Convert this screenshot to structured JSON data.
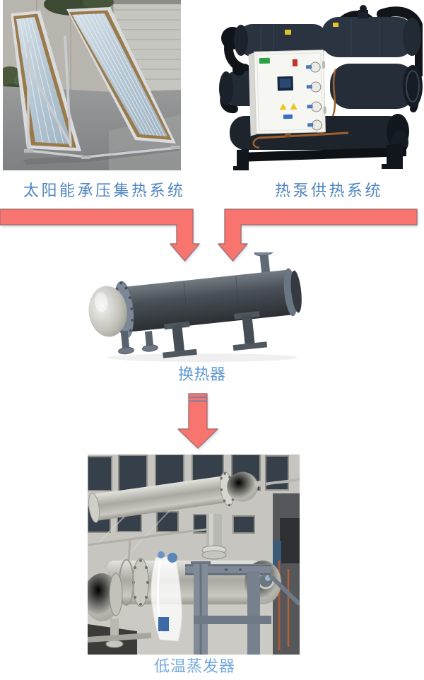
{
  "diagram": {
    "title_visible": false,
    "nodes": [
      {
        "id": "solar",
        "label": "太阳能承压集热系统",
        "image_alt": "flat-plate pressurized solar collectors outdoors photo"
      },
      {
        "id": "heatpump",
        "label": "热泵供热系统",
        "image_alt": "water-source heat pump screw unit photo"
      },
      {
        "id": "exchanger",
        "label": "换热器",
        "image_alt": "shell-and-tube heat exchanger photo"
      },
      {
        "id": "evaporator",
        "label": "低温蒸发器",
        "image_alt": "stainless low-temperature evaporator in plant photo"
      }
    ],
    "connections": [
      {
        "from": "solar",
        "to": "exchanger",
        "shape": "elbow-arrow-down"
      },
      {
        "from": "heatpump",
        "to": "exchanger",
        "shape": "elbow-arrow-down"
      },
      {
        "from": "exchanger",
        "to": "evaporator",
        "shape": "straight-arrow-down"
      }
    ]
  },
  "colors": {
    "arrow_fill": "#f8746f",
    "arrow_border": "#a86e6e",
    "label_blue_dark": "#4f86c0",
    "label_blue_mid": "#5f9ad2",
    "label_blue_light": "#74a9dd",
    "background": "#ffffff"
  }
}
